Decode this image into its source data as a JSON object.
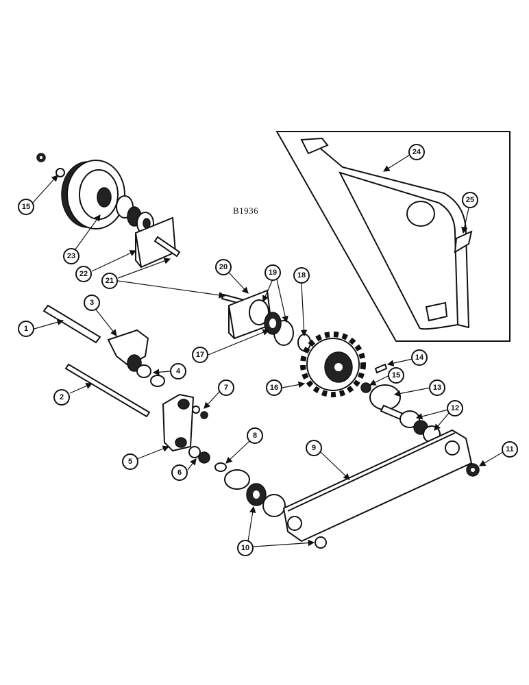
{
  "drawing_code": "B1936",
  "callouts": [
    "1",
    "2",
    "3",
    "4",
    "5",
    "6",
    "7",
    "8",
    "9",
    "10",
    "11",
    "12",
    "13",
    "14",
    "15",
    "16",
    "17",
    "18",
    "19",
    "20",
    "21",
    "22",
    "23",
    "24",
    "25"
  ],
  "callout_15_second": "15",
  "colors": {
    "ink": "#111111",
    "paper": "#ffffff"
  }
}
